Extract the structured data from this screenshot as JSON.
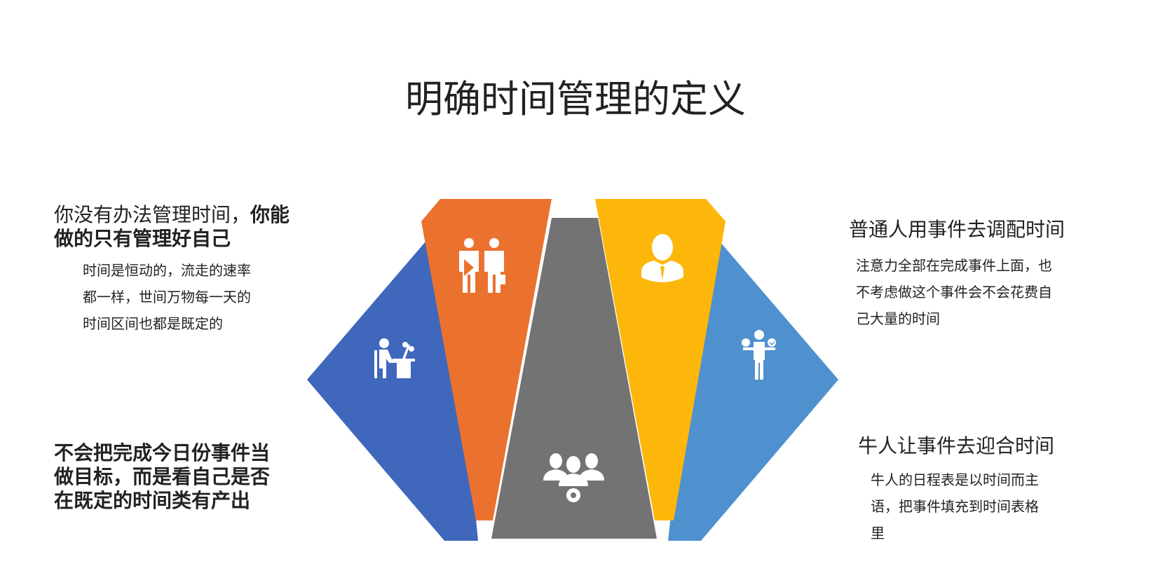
{
  "title": "明确时间管理的定义",
  "left_top": {
    "heading_normal": "你没有办法管理时间，",
    "heading_bold_1": "你能",
    "heading_bold_2": "做的只有管理好自己",
    "body": [
      "时间是恒动的，流走的速率",
      "都一样，世间万物每一天的",
      "时间区间也都是既定的"
    ]
  },
  "left_bottom": {
    "lines": [
      "不会把完成今日份事件当",
      "做目标，而是看自己是否",
      "在既定的时间类有产出"
    ]
  },
  "right_top": {
    "heading": "普通人用事件去调配时间",
    "body": [
      "注意力全部在完成事件上面，也",
      "不考虑做这个事件会不会花费自",
      "己大量的时间"
    ]
  },
  "right_bottom": {
    "heading": "牛人让事件去迎合时间",
    "body": [
      "牛人的日程表是以时间而主",
      "语，把事件填充到时间表格",
      "里"
    ]
  },
  "colors": {
    "blue": "#3F67BC",
    "orange": "#EB722E",
    "gray": "#737373",
    "yellow": "#FDB70B",
    "light_blue": "#4F90CF"
  },
  "icons": [
    "worker-at-desk-icon",
    "business-partners-icon",
    "gray-team-settings-icon",
    "businessman-icon",
    "time-money-balance-icon"
  ]
}
